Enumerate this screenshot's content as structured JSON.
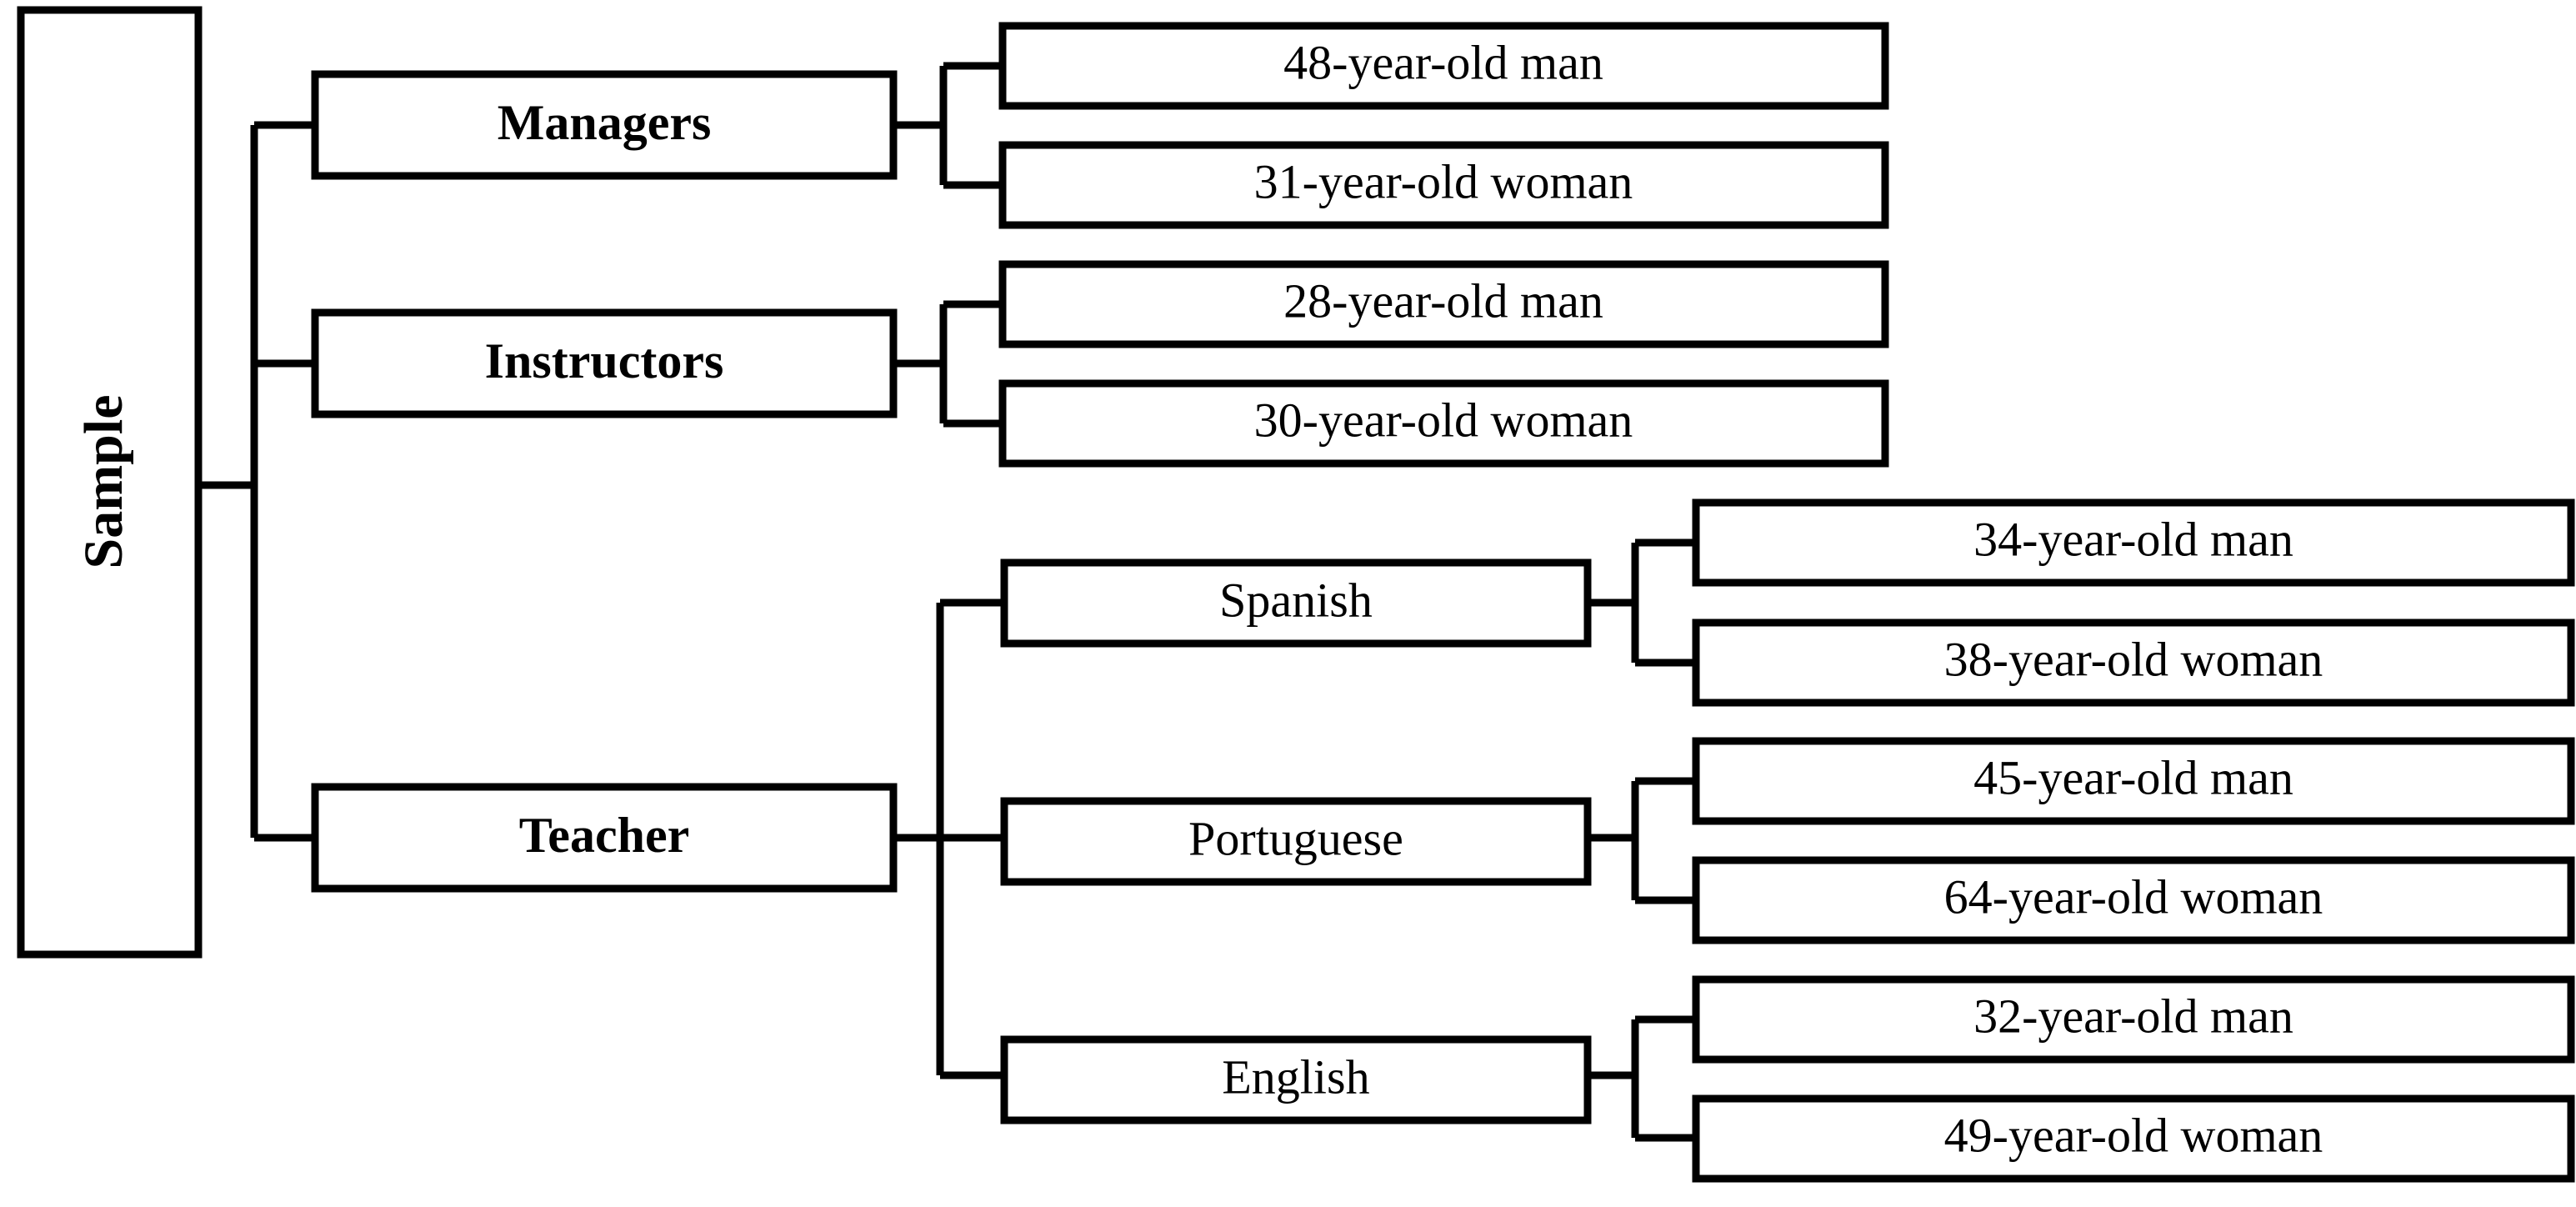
{
  "diagram": {
    "type": "hierarchy-tree",
    "orientation": "left-to-right",
    "root": {
      "label": "Sample",
      "rotated": true,
      "bold": true
    },
    "branches": [
      {
        "label": "Managers",
        "bold": true,
        "children": [
          {
            "label": "48-year-old man"
          },
          {
            "label": "31-year-old woman"
          }
        ]
      },
      {
        "label": "Instructors",
        "bold": true,
        "children": [
          {
            "label": "28-year-old man"
          },
          {
            "label": "30-year-old woman"
          }
        ]
      },
      {
        "label": "Teacher",
        "bold": true,
        "children": [
          {
            "label": "Spanish",
            "bold": false,
            "children": [
              {
                "label": "34-year-old man"
              },
              {
                "label": "38-year-old woman"
              }
            ]
          },
          {
            "label": "Portuguese",
            "bold": false,
            "children": [
              {
                "label": "45-year-old man"
              },
              {
                "label": "64-year-old woman"
              }
            ]
          },
          {
            "label": "English",
            "bold": false,
            "children": [
              {
                "label": "32-year-old man"
              },
              {
                "label": "49-year-old woman"
              }
            ]
          }
        ]
      }
    ]
  },
  "labels": {
    "root": "Sample",
    "managers": "Managers",
    "instructors": "Instructors",
    "teacher": "Teacher",
    "spanish": "Spanish",
    "portuguese": "Portuguese",
    "english": "English",
    "managers_child_1": "48-year-old man",
    "managers_child_2": "31-year-old woman",
    "instructors_child_1": "28-year-old man",
    "instructors_child_2": "30-year-old woman",
    "spanish_child_1": "34-year-old man",
    "spanish_child_2": "38-year-old woman",
    "portuguese_child_1": "45-year-old man",
    "portuguese_child_2": "64-year-old woman",
    "english_child_1": "32-year-old man",
    "english_child_2": "49-year-old woman"
  },
  "style": {
    "stroke_color": "#000000",
    "fill_color": "#ffffff",
    "background": "#ffffff"
  }
}
